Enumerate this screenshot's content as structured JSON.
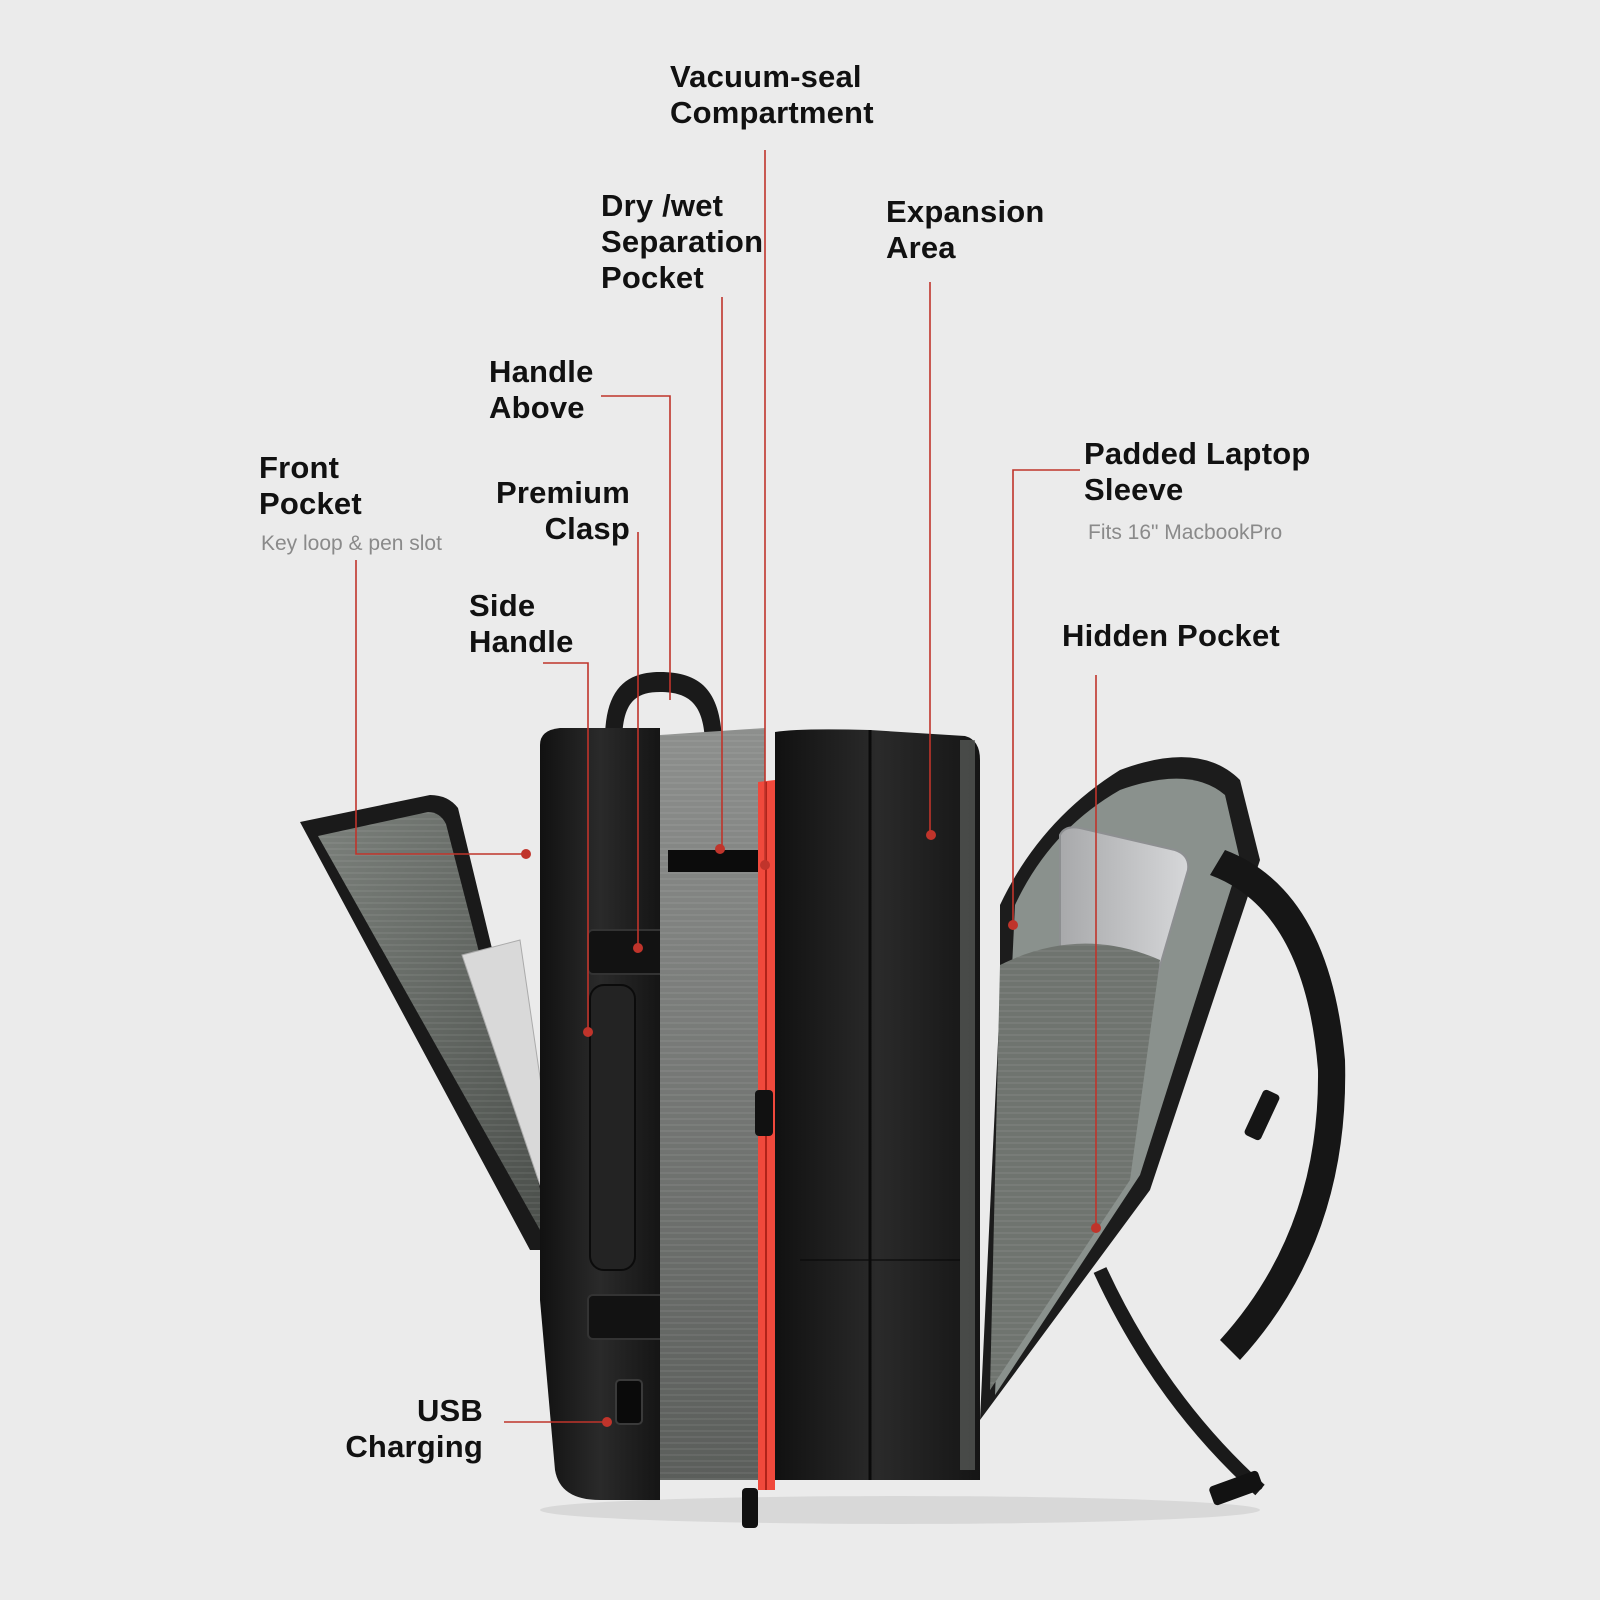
{
  "colors": {
    "background": "#ebebeb",
    "leader_line": "#c0342b",
    "label_text": "#111111",
    "sub_text": "#8a8a8a",
    "bag_body": "#1c1c1c",
    "zipper_accent": "#f0493c"
  },
  "product": {
    "name": "Travel backpack",
    "image_semantic": "black-expandable-laptop-backpack"
  },
  "callouts": [
    {
      "id": "vacuum-seal",
      "title": "Vacuum-seal\nCompartment",
      "subtitle": ""
    },
    {
      "id": "dry-wet",
      "title": "Dry /wet\nSeparation\nPocket",
      "subtitle": ""
    },
    {
      "id": "expansion",
      "title": "Expansion\nArea",
      "subtitle": ""
    },
    {
      "id": "handle-above",
      "title": "Handle\nAbove",
      "subtitle": ""
    },
    {
      "id": "front-pocket",
      "title": "Front\nPocket",
      "subtitle": "Key loop & pen slot"
    },
    {
      "id": "premium-clasp",
      "title": "Premium\nClasp",
      "subtitle": ""
    },
    {
      "id": "padded-laptop",
      "title": "Padded Laptop\nSleeve",
      "subtitle": "Fits 16\" MacbookPro"
    },
    {
      "id": "side-handle",
      "title": "Side\nHandle",
      "subtitle": ""
    },
    {
      "id": "hidden-pocket",
      "title": "Hidden Pocket",
      "subtitle": ""
    },
    {
      "id": "usb",
      "title": "USB\nCharging",
      "subtitle": ""
    }
  ]
}
